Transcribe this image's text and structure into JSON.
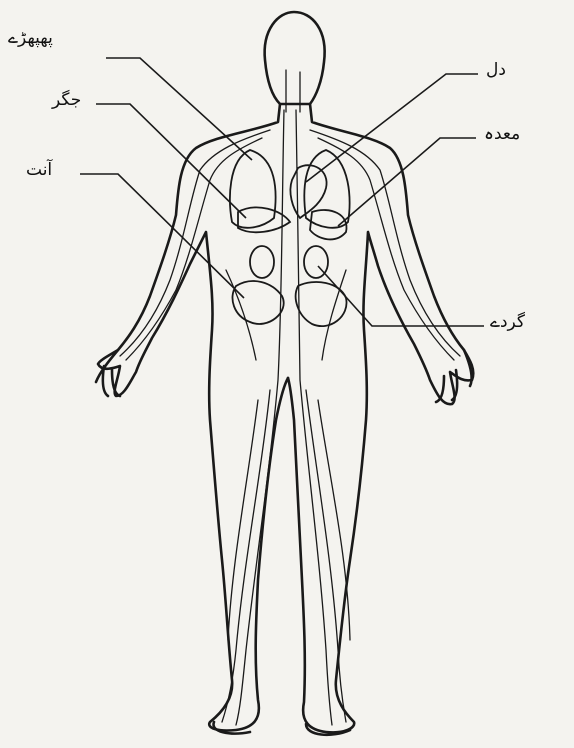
{
  "labels": {
    "lungs": "پھپھڑے",
    "liver": "جگر",
    "intestine": "آنت",
    "heart": "دل",
    "stomach": "معدہ",
    "kidneys": "گردے"
  },
  "colors": {
    "paper": "#f4f3ef",
    "ink": "#1a1a1a"
  }
}
